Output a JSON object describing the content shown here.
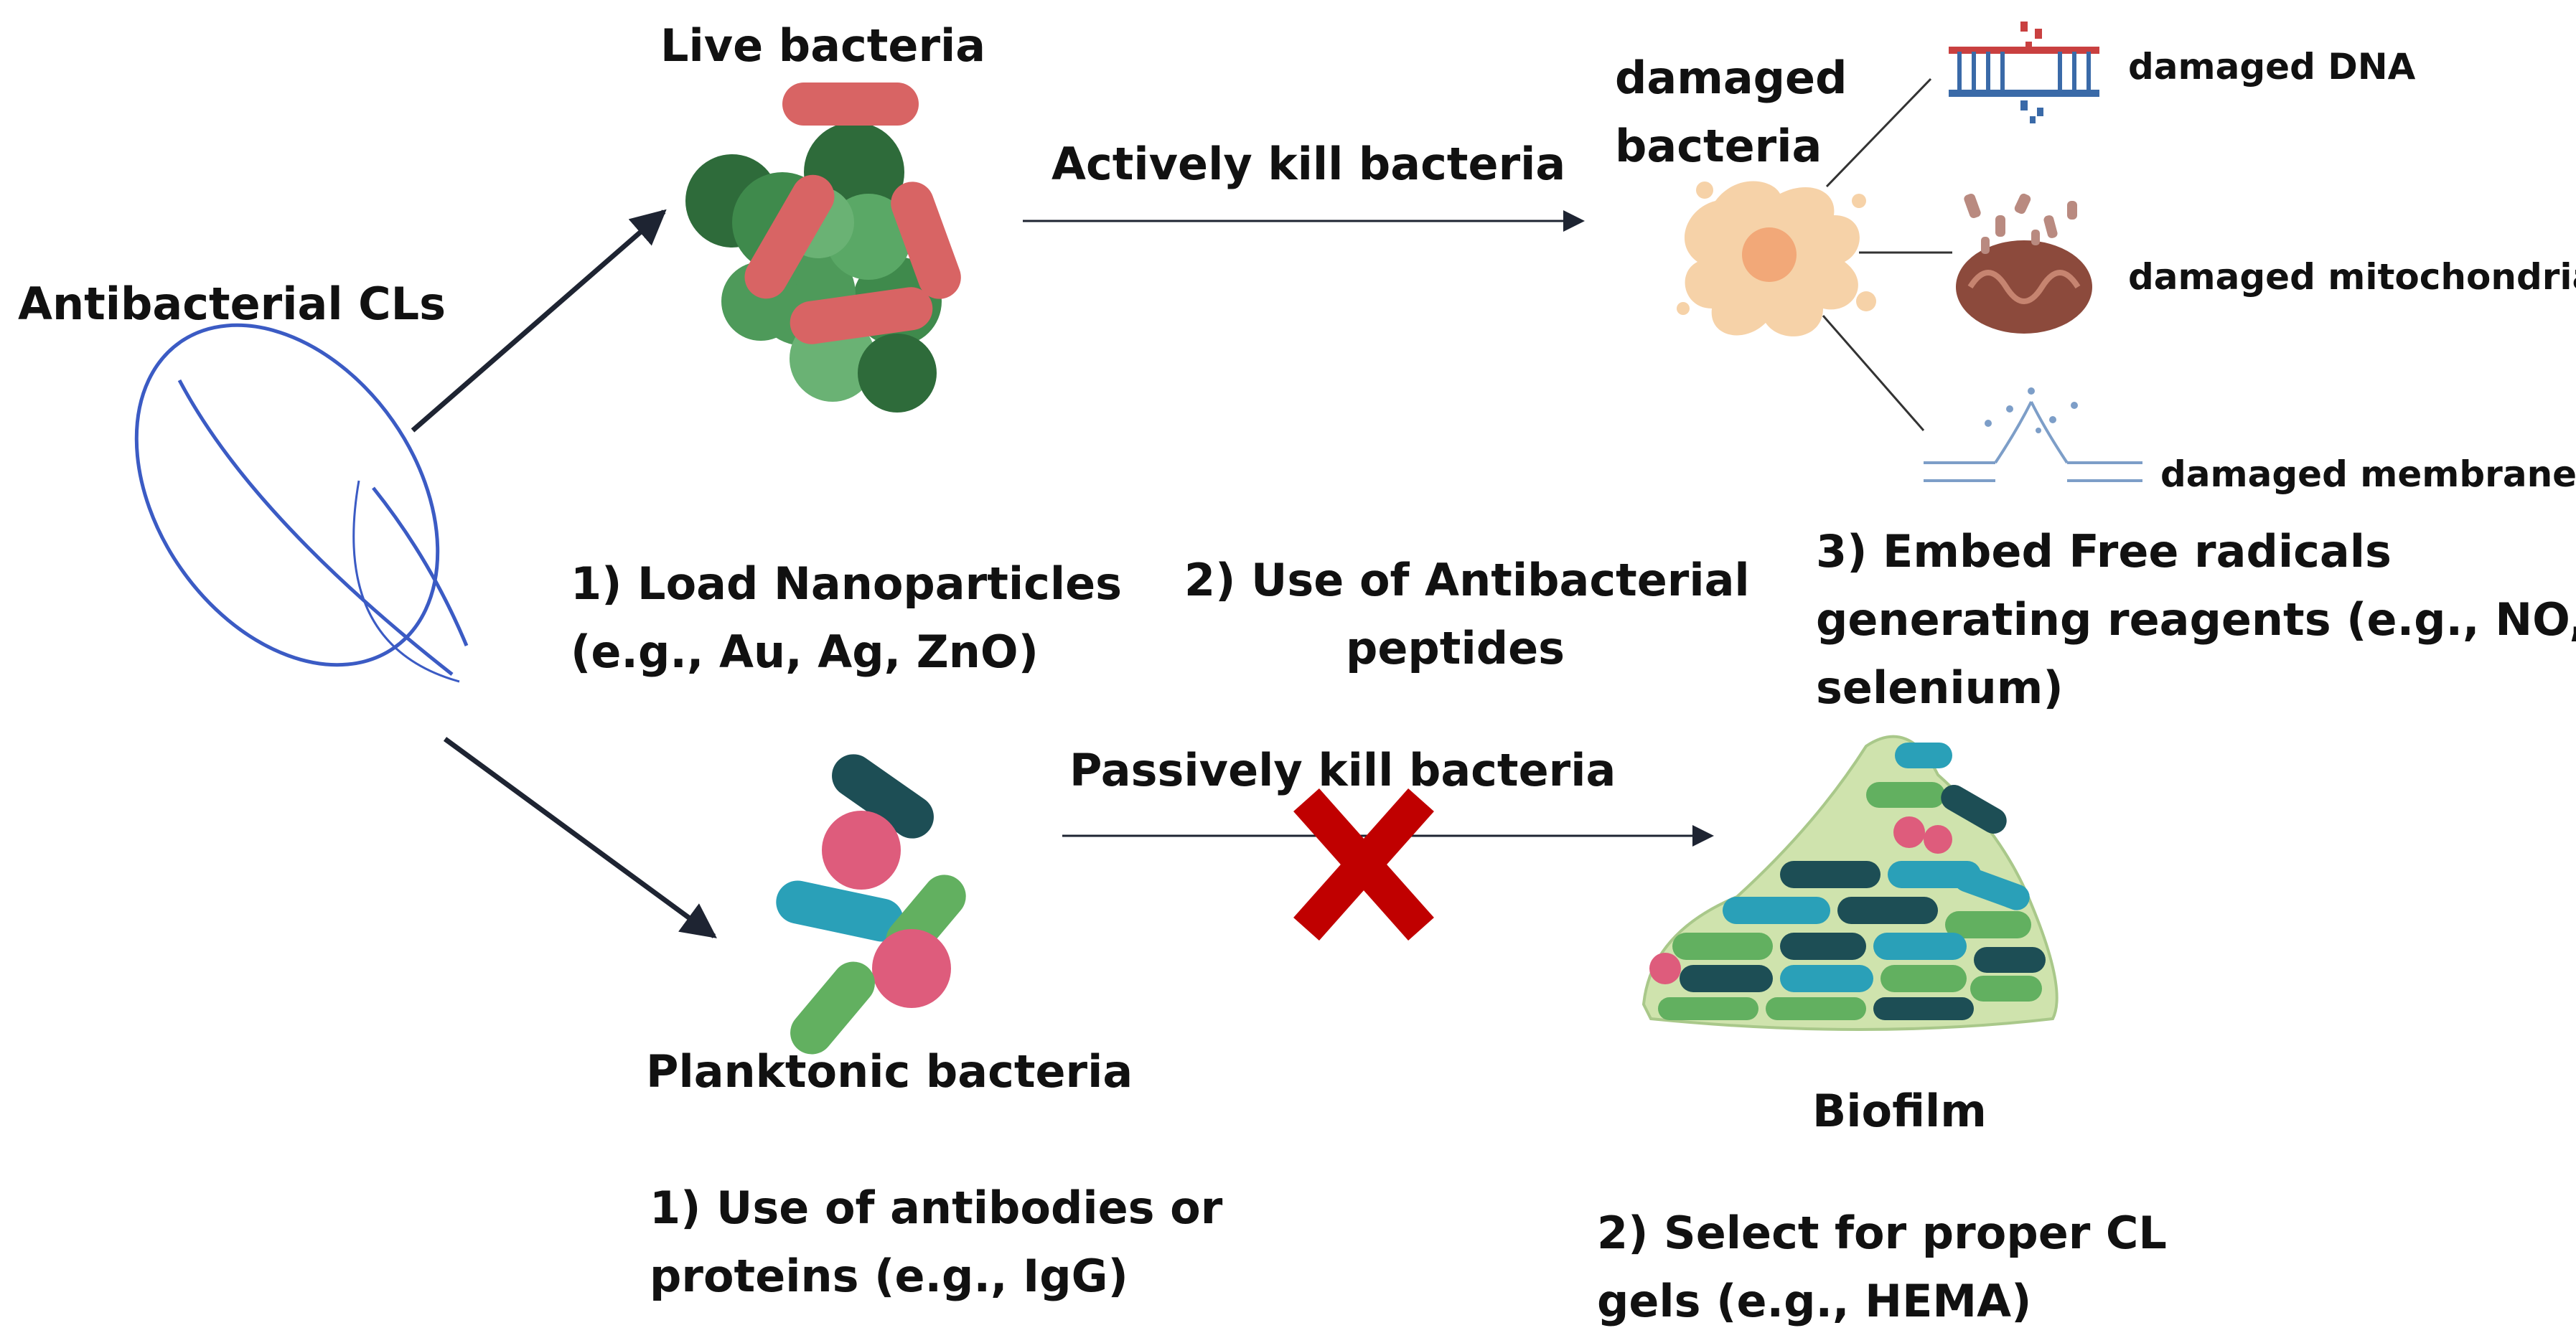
{
  "lens_label": "Antibacterial CLs",
  "live_bacteria_label": "Live bacteria",
  "planktonic_label": "Planktonic  bacteria",
  "active_arrow_label": "Actively kill bacteria",
  "passive_arrow_label": "Passively kill bacteria",
  "damaged_label_line1": "damaged",
  "damaged_label_line2": "bacteria",
  "damage_items": [
    "damaged  DNA",
    "damaged  mitochondria",
    "damaged   membrane"
  ],
  "biofilm_label": "Biofilm",
  "active_strategies": [
    {
      "line1": "1) Load Nanoparticles",
      "line2": "(e.g., Au, Ag, ZnO)"
    },
    {
      "line1": "2) Use of Antibacterial",
      "line2": "peptides"
    },
    {
      "line1": "3) Embed Free radicals",
      "line2": "generating reagents (e.g., NO,",
      "line3": "selenium)"
    }
  ],
  "passive_strategies": [
    {
      "line1": "1) Use of antibodies or",
      "line2": "proteins (e.g., IgG)"
    },
    {
      "line1": "2) Select for proper CL",
      "line2": "gels (e.g., HEMA)"
    }
  ],
  "colors": {
    "lens_blue": "#3b5bc4",
    "live_green_dark": "#2e6b3a",
    "live_green": "#4e9a5a",
    "rod_red": "#d86464",
    "cell_peach": "#f6d2a8",
    "cell_core": "#f2a878",
    "dna_red": "#c94040",
    "dna_blue": "#3a6aa8",
    "mito_brown": "#8c4a3c",
    "membrane_blue": "#7d9ec8",
    "plank_dark_teal": "#1d4e55",
    "plank_teal": "#2aa0b8",
    "plank_green": "#62b060",
    "plank_pink": "#de5c7c",
    "biofilm_matrix": "#cfe3ad",
    "cross_red": "#c00000",
    "arrow": "#1e2432"
  }
}
